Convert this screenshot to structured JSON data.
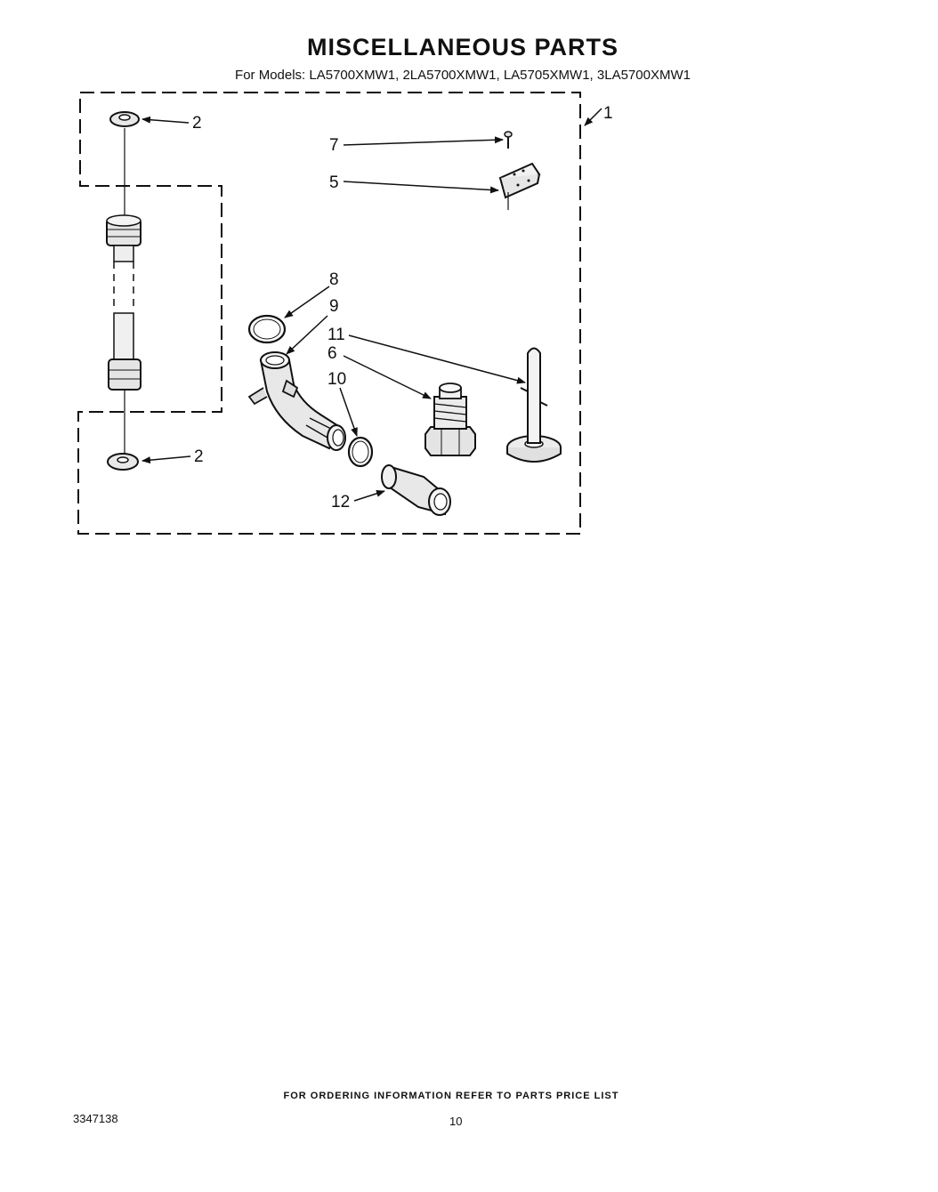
{
  "header": {
    "title": "MISCELLANEOUS PARTS",
    "subtitle": "For Models: LA5700XMW1, 2LA5700XMW1, LA5705XMW1, 3LA5700XMW1"
  },
  "callouts": {
    "kit": "1",
    "washer_top": "2",
    "washer_bottom": "2",
    "screw": "7",
    "clip": "5",
    "clamp_ring": "8",
    "elbow_hose": "9",
    "pin": "11",
    "drain_plug": "6",
    "hose_clamp": "10",
    "coupling": "12"
  },
  "footer": {
    "ordering_note": "FOR ORDERING INFORMATION REFER TO PARTS PRICE LIST",
    "doc_number": "3347138",
    "page_number": "10"
  }
}
